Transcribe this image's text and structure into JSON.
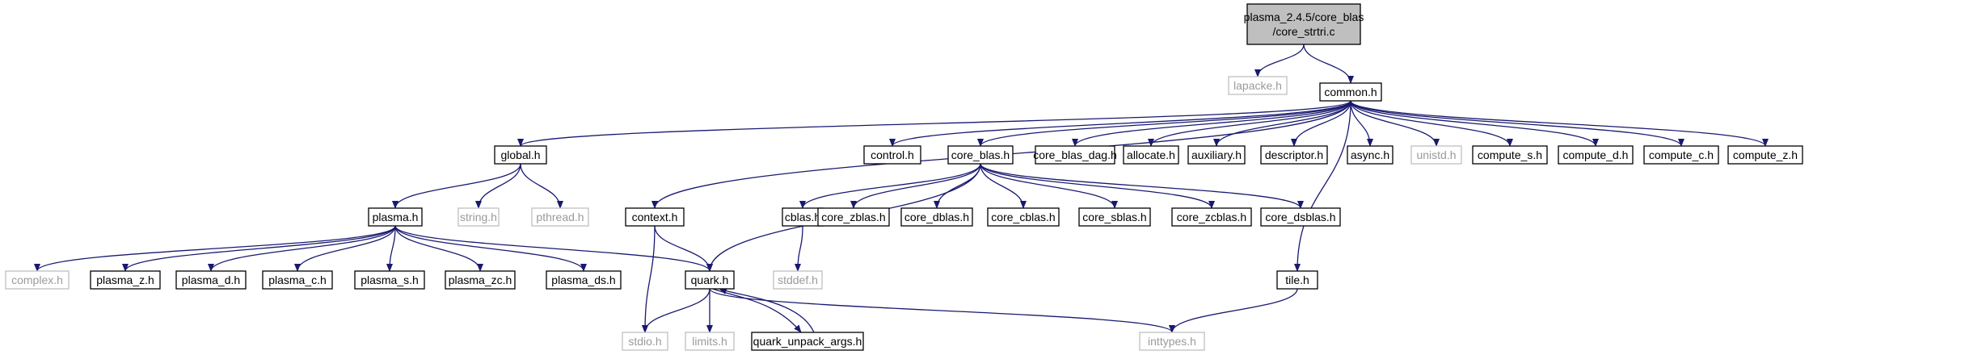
{
  "diagram": {
    "colors": {
      "edge": "#191970",
      "root_fill": "#bfbfbf",
      "ghost_text": "#9a9a9a"
    },
    "nodes": {
      "root": {
        "lines": [
          "plasma_2.4.5/core_blas",
          "/core_strtri.c"
        ],
        "kind": "root"
      },
      "lapacke": {
        "lines": [
          "lapacke.h"
        ],
        "kind": "ghost"
      },
      "common": {
        "lines": [
          "common.h"
        ],
        "kind": "solid"
      },
      "global": {
        "lines": [
          "global.h"
        ],
        "kind": "solid"
      },
      "control": {
        "lines": [
          "control.h"
        ],
        "kind": "solid"
      },
      "core_blas": {
        "lines": [
          "core_blas.h"
        ],
        "kind": "solid"
      },
      "core_blas_dag": {
        "lines": [
          "core_blas_dag.h"
        ],
        "kind": "solid"
      },
      "allocate": {
        "lines": [
          "allocate.h"
        ],
        "kind": "solid"
      },
      "auxiliary": {
        "lines": [
          "auxiliary.h"
        ],
        "kind": "solid"
      },
      "descriptor": {
        "lines": [
          "descriptor.h"
        ],
        "kind": "solid"
      },
      "async": {
        "lines": [
          "async.h"
        ],
        "kind": "solid"
      },
      "unistd": {
        "lines": [
          "unistd.h"
        ],
        "kind": "ghost"
      },
      "compute_s": {
        "lines": [
          "compute_s.h"
        ],
        "kind": "solid"
      },
      "compute_d": {
        "lines": [
          "compute_d.h"
        ],
        "kind": "solid"
      },
      "compute_c": {
        "lines": [
          "compute_c.h"
        ],
        "kind": "solid"
      },
      "compute_z": {
        "lines": [
          "compute_z.h"
        ],
        "kind": "solid"
      },
      "plasma": {
        "lines": [
          "plasma.h"
        ],
        "kind": "solid"
      },
      "string": {
        "lines": [
          "string.h"
        ],
        "kind": "ghost"
      },
      "pthread": {
        "lines": [
          "pthread.h"
        ],
        "kind": "ghost"
      },
      "context": {
        "lines": [
          "context.h"
        ],
        "kind": "solid"
      },
      "cblas": {
        "lines": [
          "cblas.h"
        ],
        "kind": "solid"
      },
      "core_zblas": {
        "lines": [
          "core_zblas.h"
        ],
        "kind": "solid"
      },
      "core_dblas": {
        "lines": [
          "core_dblas.h"
        ],
        "kind": "solid"
      },
      "core_cblas": {
        "lines": [
          "core_cblas.h"
        ],
        "kind": "solid"
      },
      "core_sblas": {
        "lines": [
          "core_sblas.h"
        ],
        "kind": "solid"
      },
      "core_zcblas": {
        "lines": [
          "core_zcblas.h"
        ],
        "kind": "solid"
      },
      "core_dsblas": {
        "lines": [
          "core_dsblas.h"
        ],
        "kind": "solid"
      },
      "complex": {
        "lines": [
          "complex.h"
        ],
        "kind": "ghost"
      },
      "plasma_z": {
        "lines": [
          "plasma_z.h"
        ],
        "kind": "solid"
      },
      "plasma_d": {
        "lines": [
          "plasma_d.h"
        ],
        "kind": "solid"
      },
      "plasma_c": {
        "lines": [
          "plasma_c.h"
        ],
        "kind": "solid"
      },
      "plasma_s": {
        "lines": [
          "plasma_s.h"
        ],
        "kind": "solid"
      },
      "plasma_zc": {
        "lines": [
          "plasma_zc.h"
        ],
        "kind": "solid"
      },
      "plasma_ds": {
        "lines": [
          "plasma_ds.h"
        ],
        "kind": "solid"
      },
      "quark": {
        "lines": [
          "quark.h"
        ],
        "kind": "solid"
      },
      "stddef": {
        "lines": [
          "stddef.h"
        ],
        "kind": "ghost"
      },
      "tile": {
        "lines": [
          "tile.h"
        ],
        "kind": "solid"
      },
      "stdio": {
        "lines": [
          "stdio.h"
        ],
        "kind": "ghost"
      },
      "limits": {
        "lines": [
          "limits.h"
        ],
        "kind": "ghost"
      },
      "quark_unpack_args": {
        "lines": [
          "quark_unpack_args.h"
        ],
        "kind": "solid"
      },
      "inttypes": {
        "lines": [
          "inttypes.h"
        ],
        "kind": "ghost"
      }
    },
    "edges": [
      [
        "root",
        "lapacke"
      ],
      [
        "root",
        "common"
      ],
      [
        "common",
        "global"
      ],
      [
        "common",
        "control"
      ],
      [
        "common",
        "core_blas"
      ],
      [
        "common",
        "core_blas_dag"
      ],
      [
        "common",
        "allocate"
      ],
      [
        "common",
        "auxiliary"
      ],
      [
        "common",
        "descriptor"
      ],
      [
        "common",
        "async"
      ],
      [
        "common",
        "unistd"
      ],
      [
        "common",
        "compute_s"
      ],
      [
        "common",
        "compute_d"
      ],
      [
        "common",
        "compute_c"
      ],
      [
        "common",
        "compute_z"
      ],
      [
        "common",
        "context"
      ],
      [
        "common",
        "tile"
      ],
      [
        "global",
        "plasma"
      ],
      [
        "global",
        "string"
      ],
      [
        "global",
        "pthread"
      ],
      [
        "plasma",
        "complex"
      ],
      [
        "plasma",
        "plasma_z"
      ],
      [
        "plasma",
        "plasma_d"
      ],
      [
        "plasma",
        "plasma_c"
      ],
      [
        "plasma",
        "plasma_s"
      ],
      [
        "plasma",
        "plasma_zc"
      ],
      [
        "plasma",
        "plasma_ds"
      ],
      [
        "plasma",
        "quark"
      ],
      [
        "core_blas",
        "cblas"
      ],
      [
        "core_blas",
        "core_zblas"
      ],
      [
        "core_blas",
        "core_dblas"
      ],
      [
        "core_blas",
        "core_cblas"
      ],
      [
        "core_blas",
        "core_sblas"
      ],
      [
        "core_blas",
        "core_zcblas"
      ],
      [
        "core_blas",
        "core_dsblas"
      ],
      [
        "core_blas",
        "quark"
      ],
      [
        "cblas",
        "stddef"
      ],
      [
        "context",
        "stdio"
      ],
      [
        "context",
        "quark"
      ],
      [
        "quark",
        "stdio"
      ],
      [
        "quark",
        "limits"
      ],
      [
        "quark",
        "quark_unpack_args"
      ],
      [
        "quark",
        "inttypes"
      ],
      [
        "quark_unpack_args",
        "quark"
      ],
      [
        "tile",
        "inttypes"
      ]
    ]
  }
}
